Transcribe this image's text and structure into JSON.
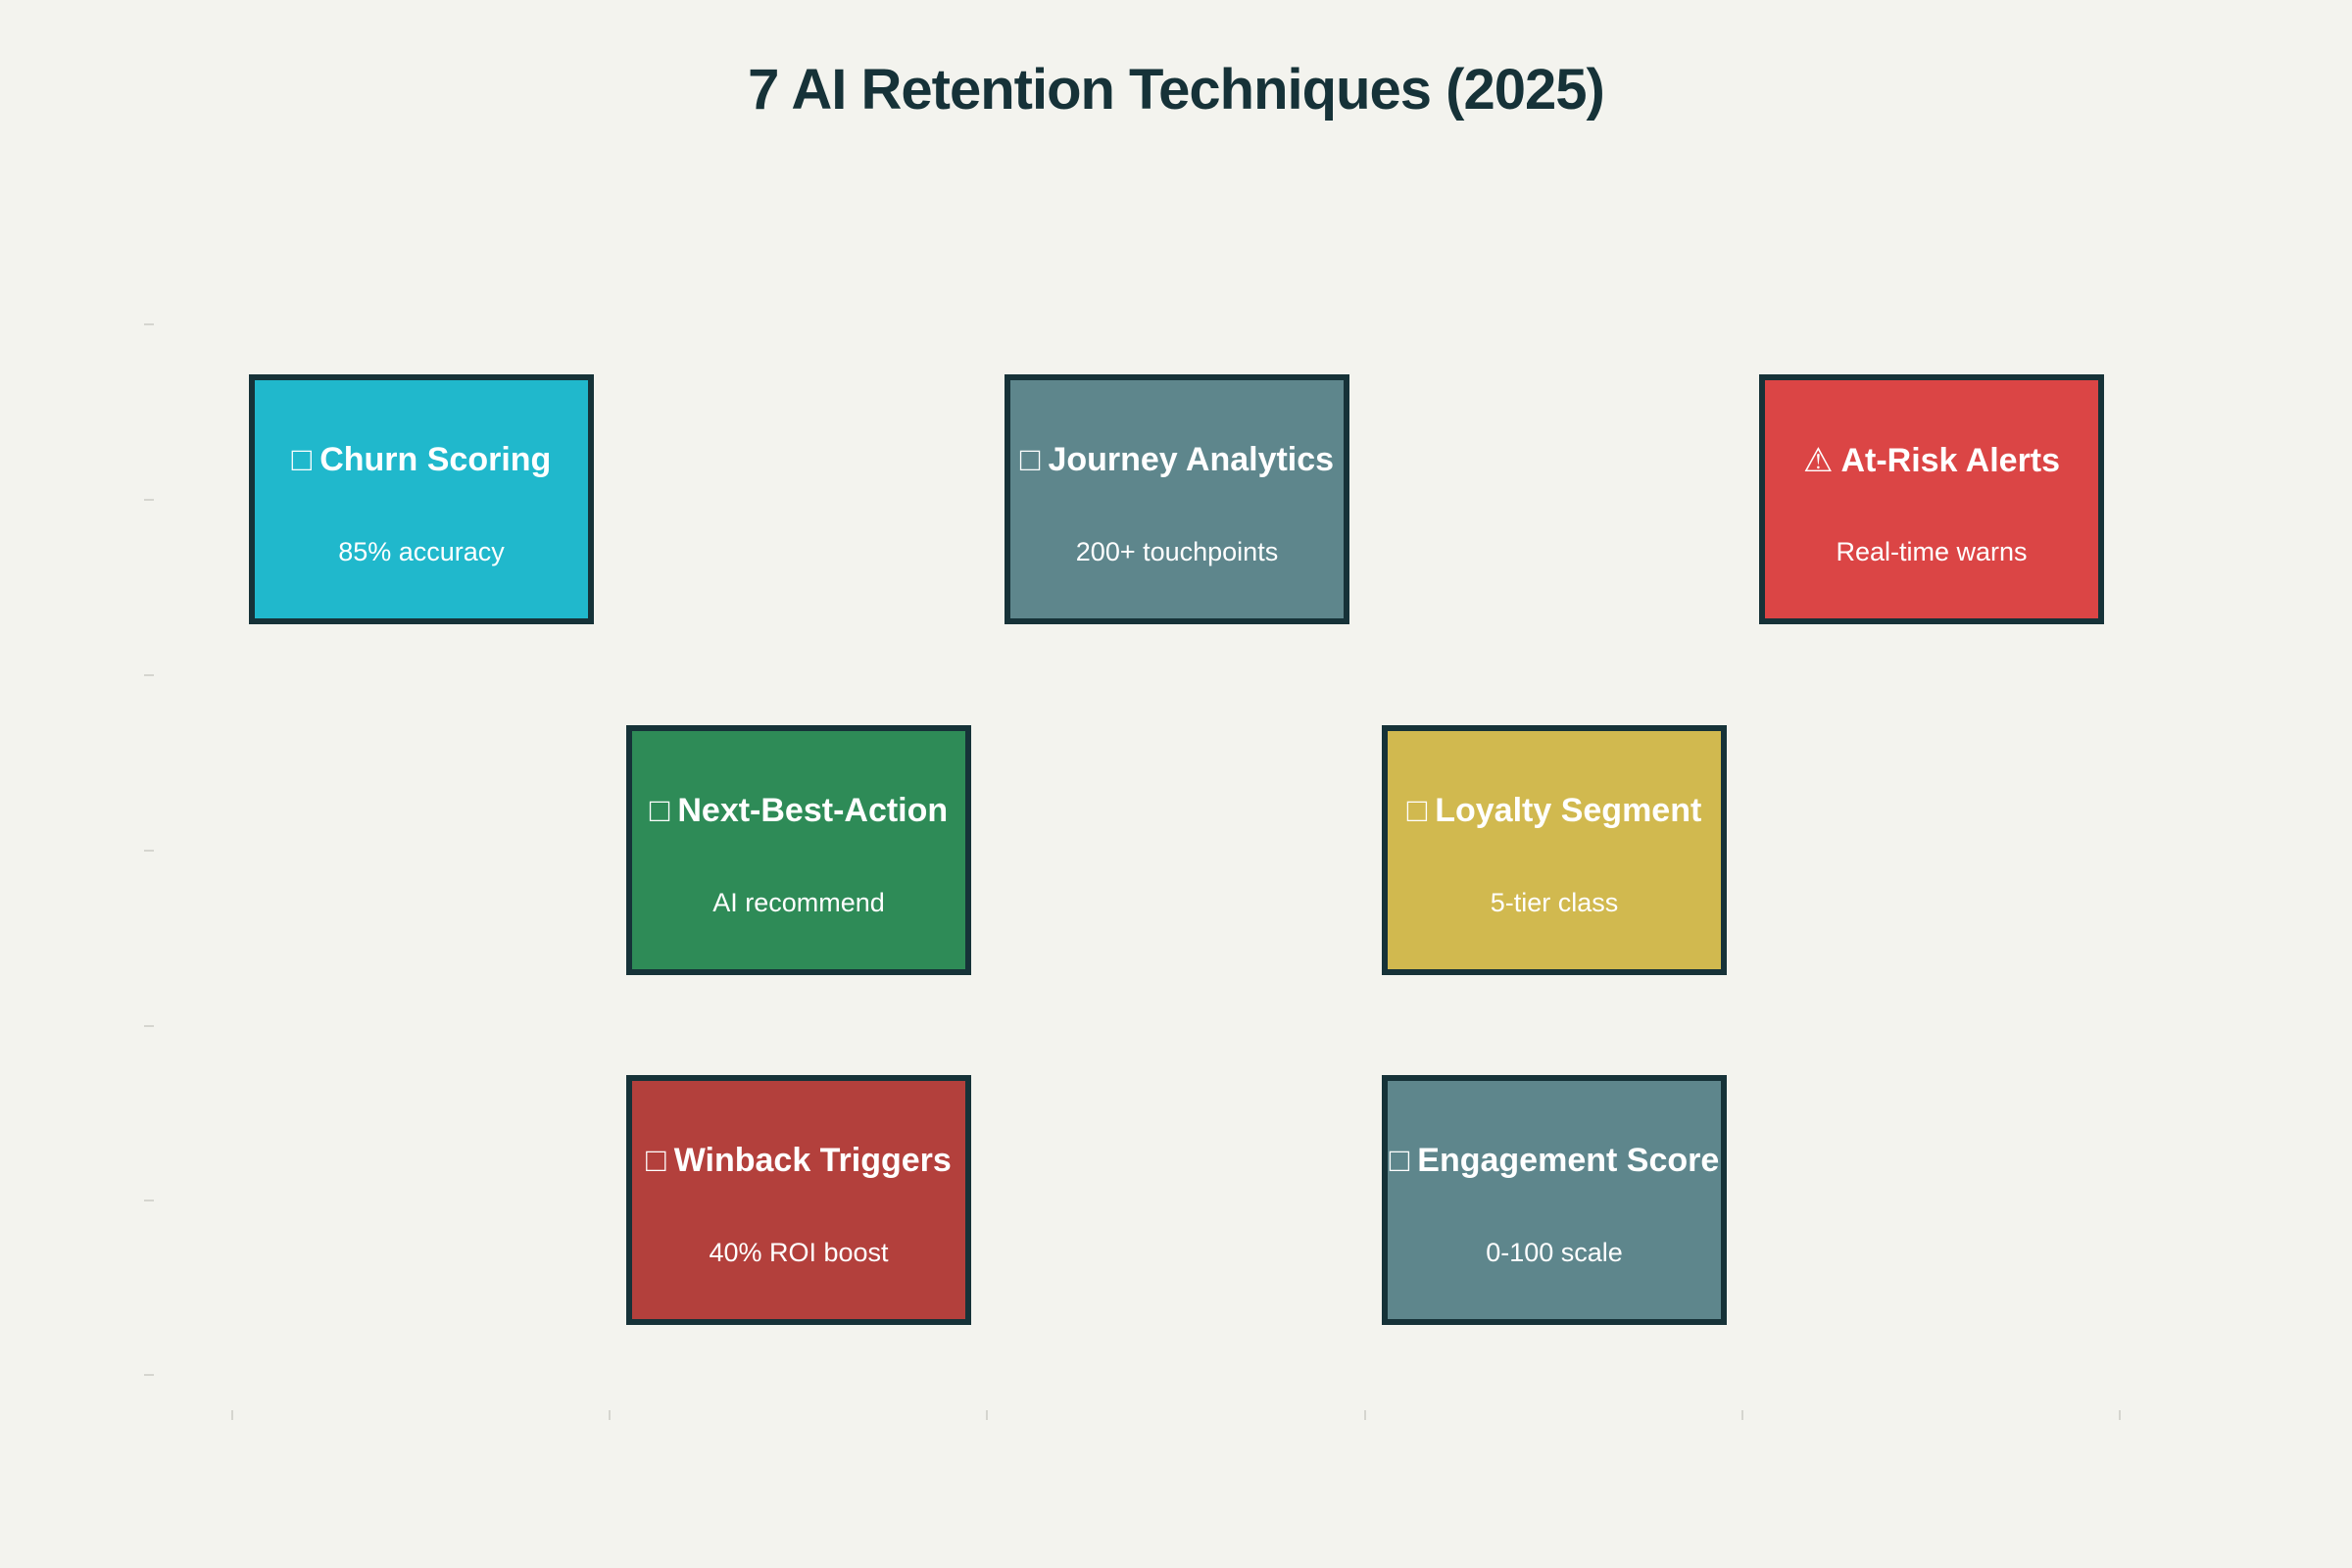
{
  "title": "7 AI Retention Techniques (2025)",
  "nodes": [
    {
      "id": "churn",
      "icon": "□",
      "icon_name": "placeholder-icon",
      "label": "Churn Scoring",
      "sub": "85% accuracy",
      "color": "#20b8cc"
    },
    {
      "id": "journey",
      "icon": "□",
      "icon_name": "placeholder-icon",
      "label": "Journey Analytics",
      "sub": "200+ touchpoints",
      "color": "#5e868c"
    },
    {
      "id": "alerts",
      "icon": "⚠",
      "icon_name": "warning-icon",
      "label": "At-Risk Alerts",
      "sub": "Real-time warns",
      "color": "#db4545"
    },
    {
      "id": "nba",
      "icon": "□",
      "icon_name": "placeholder-icon",
      "label": "Next-Best-Action",
      "sub": "AI recommend",
      "color": "#2e8b57"
    },
    {
      "id": "loyalty",
      "icon": "□",
      "icon_name": "placeholder-icon",
      "label": "Loyalty Segment",
      "sub": "5-tier class",
      "color": "#d1b94f"
    },
    {
      "id": "winback",
      "icon": "□",
      "icon_name": "placeholder-icon",
      "label": "Winback Triggers",
      "sub": "40% ROI boost",
      "color": "#b3403c"
    },
    {
      "id": "engagement",
      "icon": "□",
      "icon_name": "placeholder-icon",
      "label": "Engagement Score",
      "sub": "0-100 scale",
      "color": "#5e868c"
    }
  ]
}
